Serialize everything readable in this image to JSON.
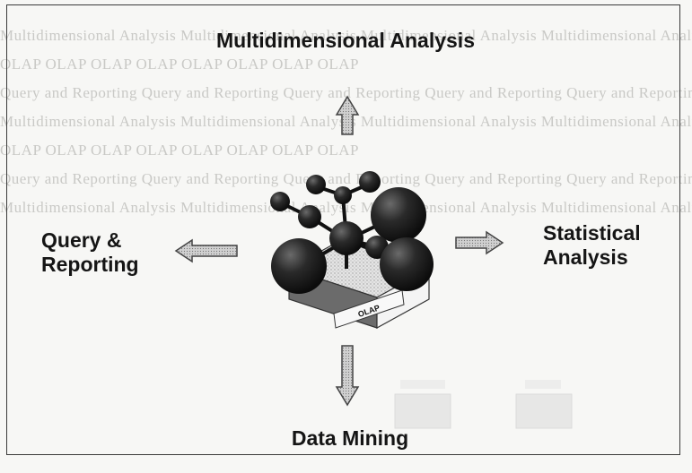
{
  "labels": {
    "multidimensional_analysis": "Multidimensional Analysis",
    "query_reporting": "Query & Reporting",
    "statistical_analysis": "Statistical Analysis",
    "data_mining": "Data Mining",
    "olap_box": "OLAP"
  },
  "background_text": [
    "Multidimensional Analysis",
    "OLAP",
    "Query and Reporting"
  ],
  "colors": {
    "sphere": "#1f1f1f",
    "arrow_fill": "#c9c9c9",
    "frame": "#3a3a3a",
    "platform_top": "#d9d9d9"
  },
  "icons": {
    "up_arrow": "arrow-up-icon",
    "down_arrow": "arrow-down-icon",
    "left_arrow": "arrow-left-icon",
    "right_arrow": "arrow-right-icon",
    "molecule": "molecule-cluster-icon"
  }
}
